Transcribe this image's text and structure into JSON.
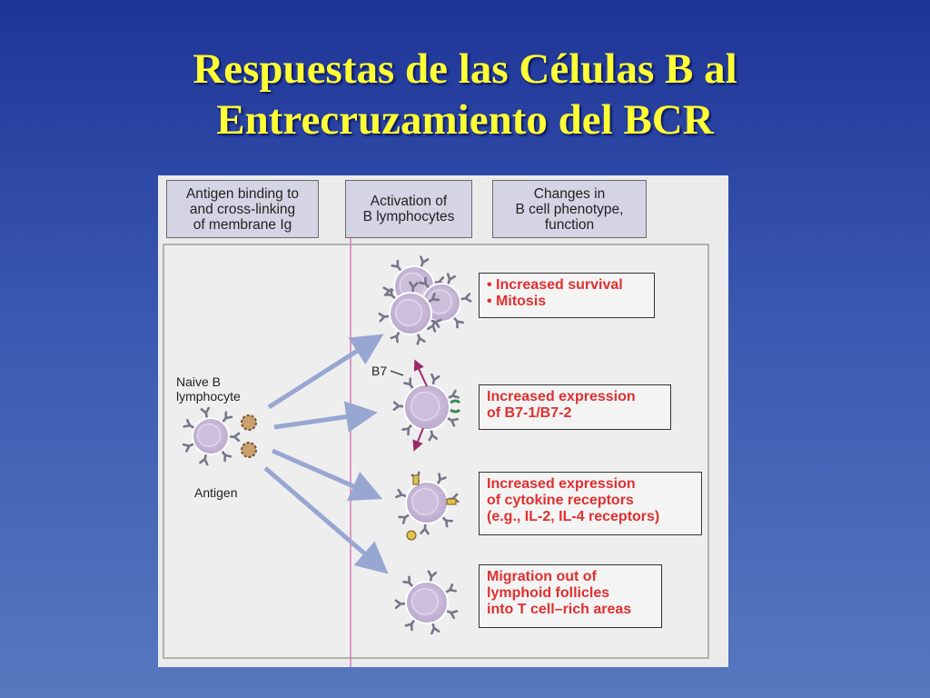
{
  "title": {
    "line1": "Respuestas de las Células B al",
    "line2": "Entrecruzamiento del BCR"
  },
  "colors": {
    "title": "#ffff33",
    "outcome_text": "#e03030",
    "cell": "#c7b9d6",
    "arrow": "#98a6d2",
    "divider": "#d77cb0"
  },
  "headers": [
    {
      "line1": "Antigen binding to",
      "line2": "and cross-linking",
      "line3": "of membrane Ig"
    },
    {
      "line1": "Activation of",
      "line2": "B lymphocytes"
    },
    {
      "line1": "Changes in",
      "line2": "B cell phenotype,",
      "line3": "function"
    }
  ],
  "labels": {
    "naive_line1": "Naive B",
    "naive_line2": "lymphocyte",
    "antigen": "Antigen",
    "b7": "B7"
  },
  "outcomes": [
    {
      "line1": "• Increased survival",
      "line2": "• Mitosis"
    },
    {
      "line1": "Increased expression",
      "line2": "of B7-1/B7-2"
    },
    {
      "line1": "Increased expression",
      "line2": "of cytokine receptors",
      "line3": "(e.g., IL-2, IL-4 receptors)"
    },
    {
      "line1": "Migration out of",
      "line2": "lymphoid follicles",
      "line3": "into T cell–rich areas"
    }
  ]
}
